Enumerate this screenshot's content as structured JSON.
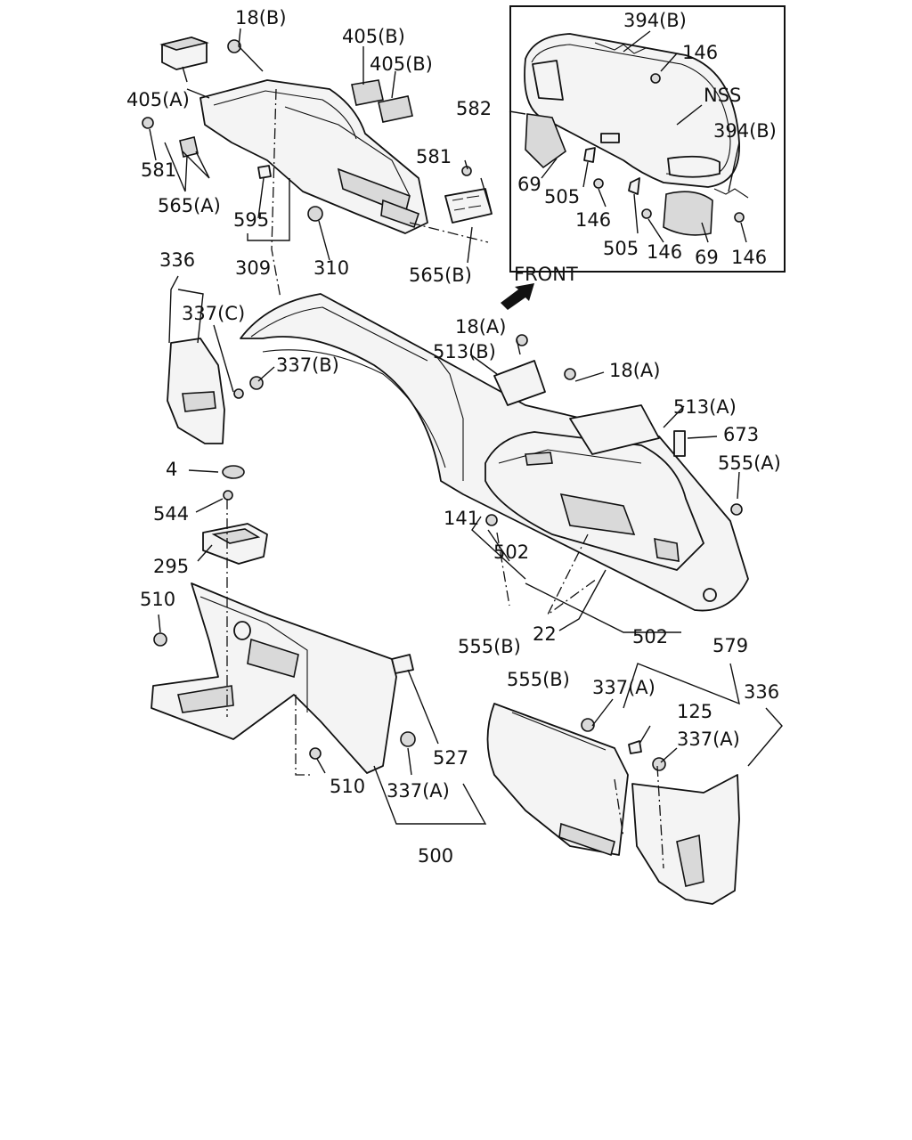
{
  "labels": {
    "l_18b": "18(B)",
    "l_405b_1": "405(B)",
    "l_405b_2": "405(B)",
    "l_405a": "405(A)",
    "l_581_left": "581",
    "l_565a": "565(A)",
    "l_595": "595",
    "l_309": "309",
    "l_310": "310",
    "l_581_right": "581",
    "l_565b": "565(B)",
    "l_394b_top": "394(B)",
    "l_146_top": "146",
    "l_nss": "NSS",
    "l_582": "582",
    "l_394b_right": "394(B)",
    "l_69_left": "69",
    "l_505_left": "505",
    "l_146_mid": "146",
    "l_505_right": "505",
    "l_146_bot1": "146",
    "l_69_right": "69",
    "l_146_bot2": "146",
    "l_front": "FRONT",
    "l_336_left": "336",
    "l_337c": "337(C)",
    "l_337b": "337(B)",
    "l_18a_1": "18(A)",
    "l_513b": "513(B)",
    "l_18a_2": "18(A)",
    "l_513a": "513(A)",
    "l_673": "673",
    "l_555a": "555(A)",
    "l_4": "4",
    "l_544": "544",
    "l_141": "141",
    "l_502_1": "502",
    "l_295": "295",
    "l_510_top": "510",
    "l_555b_1": "555(B)",
    "l_22": "22",
    "l_502_2": "502",
    "l_579": "579",
    "l_555b_2": "555(B)",
    "l_337a_1": "337(A)",
    "l_336_right": "336",
    "l_125": "125",
    "l_337a_2": "337(A)",
    "l_527": "527",
    "l_510_bot": "510",
    "l_337a_3": "337(A)",
    "l_500": "500"
  }
}
